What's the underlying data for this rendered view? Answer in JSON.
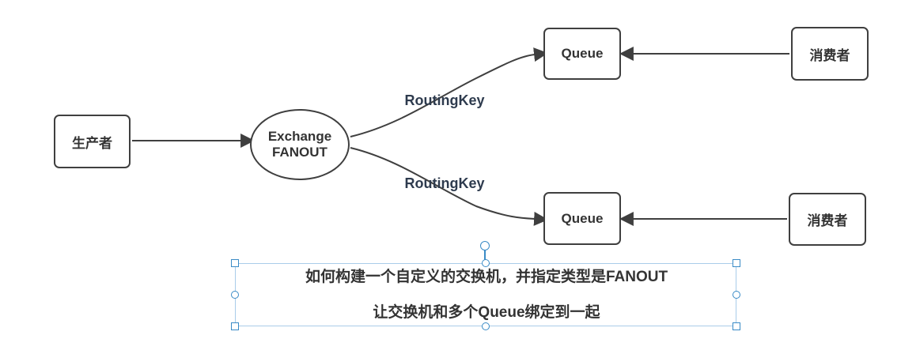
{
  "diagram": {
    "producer_label": "生产者",
    "exchange": {
      "line1": "Exchange",
      "line2": "FANOUT"
    },
    "routing_key_top": "RoutingKey",
    "routing_key_bottom": "RoutingKey",
    "queue_top_label": "Queue",
    "queue_bottom_label": "Queue",
    "consumer_top_label": "消费者",
    "consumer_bottom_label": "消费者"
  },
  "note": {
    "line1": "如何构建一个自定义的交换机，并指定类型是FANOUT",
    "line2": "让交换机和多个Queue绑定到一起"
  },
  "colors": {
    "stroke": "#3f3f3f",
    "node_text": "#333333",
    "rk_text": "#2e3b4e",
    "sel_border": "#a9cce9",
    "sel_handle": "#3a8bc6",
    "bg": "#ffffff"
  }
}
